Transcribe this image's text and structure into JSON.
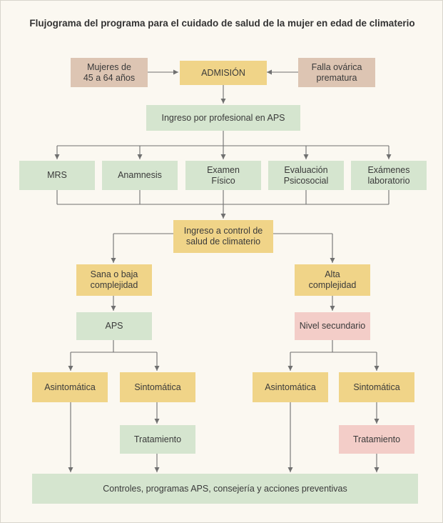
{
  "title": "Flujograma del programa para el cuidado de salud de la mujer en edad de climaterio",
  "colors": {
    "background": "#fbf8f1",
    "input": "#ddc5b3",
    "decision": "#f0d488",
    "process": "#d5e5cf",
    "secondary": "#f3cdc8",
    "connector": "#707070"
  },
  "nodes": {
    "mujeres": "Mujeres de\n45 a 64 años",
    "admision": "ADMISIÓN",
    "falla": "Falla ovárica\nprematura",
    "ingreso_aps": "Ingreso por profesional en APS",
    "mrs": "MRS",
    "anamnesis": "Anamnesis",
    "examen_fisico": "Examen\nFísico",
    "evaluacion": "Evaluación\nPsicosocial",
    "examenes_lab": "Exámenes\nlaboratorio",
    "ingreso_control": "Ingreso a control de\nsalud de climaterio",
    "sana_baja": "Sana o baja\ncomplejidad",
    "alta": "Alta\ncomplejidad",
    "aps": "APS",
    "nivel_secundario": "Nivel secundario",
    "asintomatica_left": "Asintomática",
    "sintomatica_left": "Sintomática",
    "asintomatica_right": "Asintomática",
    "sintomatica_right": "Sintomática",
    "tratamiento_left": "Tratamiento",
    "tratamiento_right": "Tratamiento",
    "controles": "Controles, programas APS, consejería y acciones preventivas"
  }
}
